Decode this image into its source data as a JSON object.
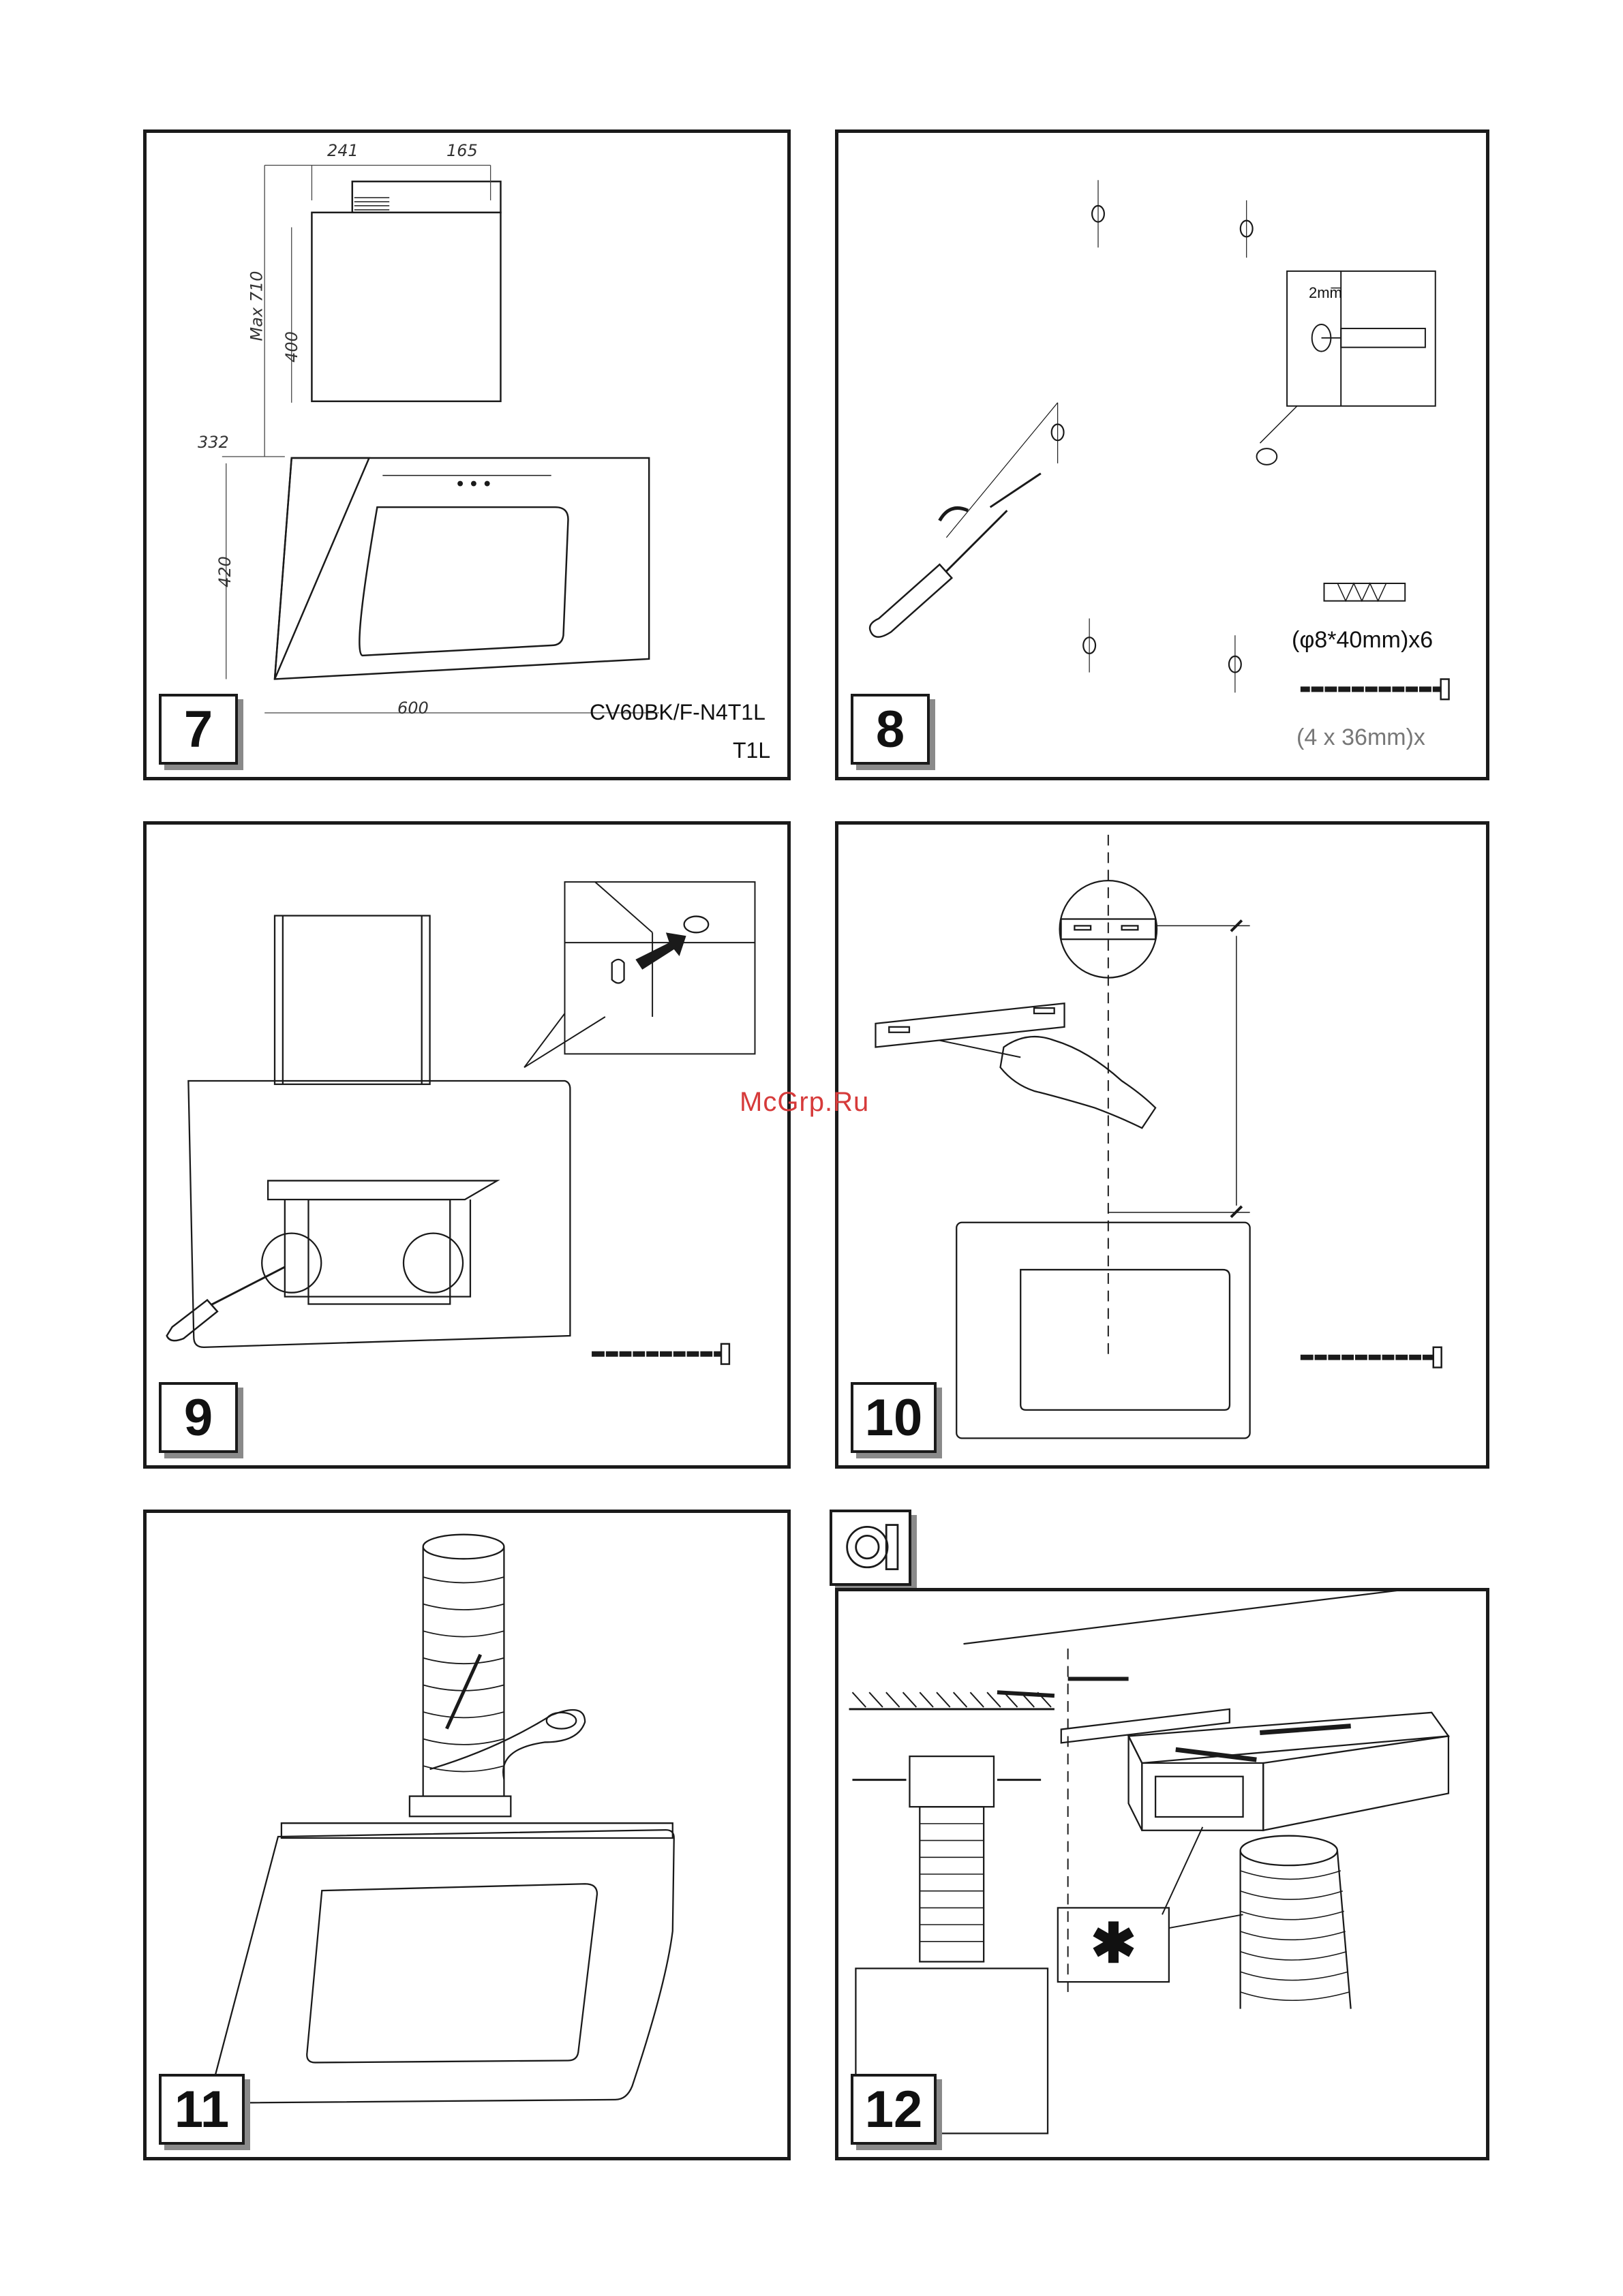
{
  "panels": {
    "p7": {
      "number": "7",
      "model_line1": "CV60BK/F-N4T1L",
      "model_line2": "T1L",
      "dims": {
        "d241": "241",
        "d165": "165",
        "dmax": "Max 710",
        "d400": "400",
        "d332": "332",
        "d420": "420",
        "d600": "600"
      }
    },
    "p8": {
      "number": "8",
      "gap_label": "2mm",
      "plug_label": "(φ8*40mm)x6",
      "screw_label": "(4 x 36mm)x"
    },
    "p9": {
      "number": "9"
    },
    "p10": {
      "number": "10"
    },
    "p11": {
      "number": "11"
    },
    "p12": {
      "number": "12",
      "asterisk": "✱"
    }
  },
  "watermark": "McGrp.Ru",
  "icons": [
    "screwdriver-icon",
    "wall-plug-icon",
    "screw-icon",
    "asterisk-icon",
    "exhaust-symbol-icon"
  ],
  "colors": {
    "line": "#1a1a1a",
    "watermark": "#d63a3a",
    "shadow": "#8a8a8a"
  }
}
